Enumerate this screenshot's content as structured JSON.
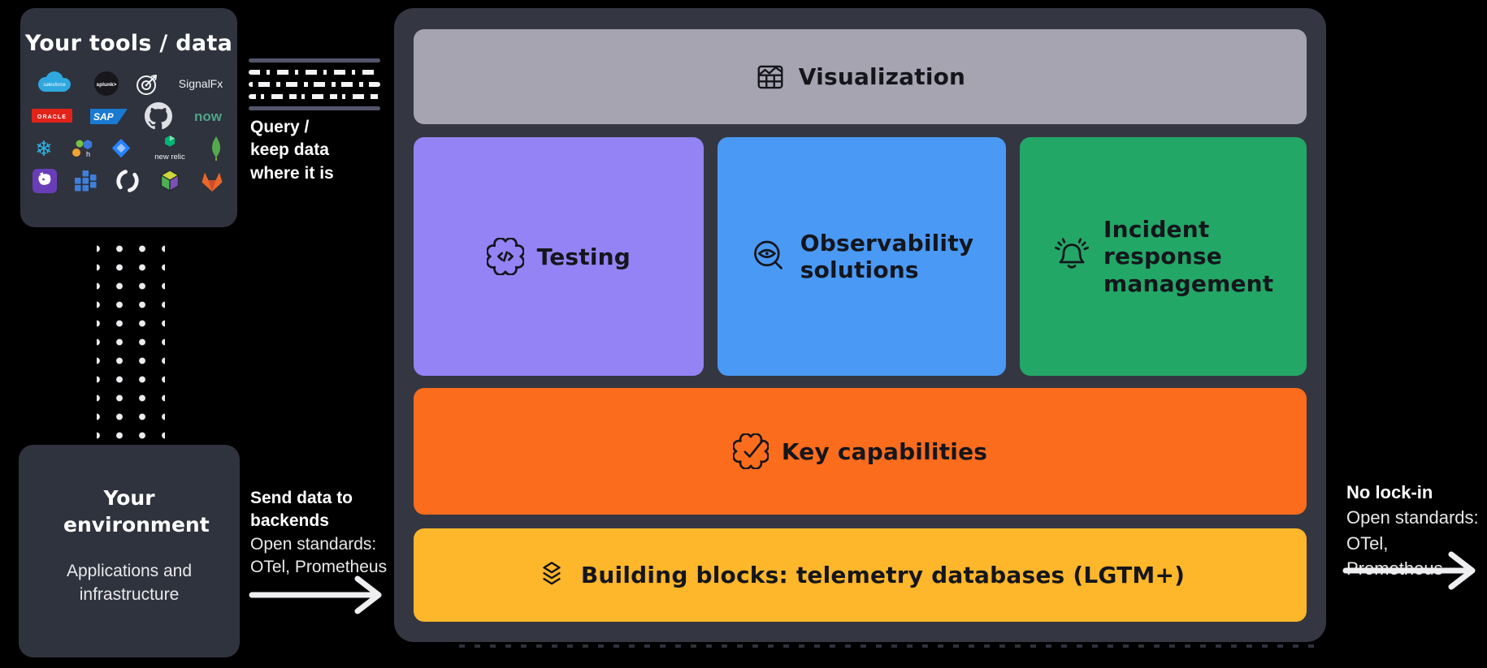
{
  "tools_panel": {
    "title": "Your tools / data",
    "logos": [
      {
        "id": "salesforce",
        "label": "salesforce"
      },
      {
        "id": "splunk",
        "label": "splunk>"
      },
      {
        "id": "target",
        "label": ""
      },
      {
        "id": "signalfx",
        "label": "SignalFx"
      },
      {
        "id": "oracle",
        "label": "ORACLE"
      },
      {
        "id": "sap",
        "label": "SAP"
      },
      {
        "id": "github",
        "label": ""
      },
      {
        "id": "servicenow",
        "label": "now"
      },
      {
        "id": "snowflake",
        "label": "❄"
      },
      {
        "id": "hexagon-cluster",
        "label": "h"
      },
      {
        "id": "jira",
        "label": ""
      },
      {
        "id": "new-relic",
        "label": "new relic"
      },
      {
        "id": "mongodb",
        "label": ""
      },
      {
        "id": "datadog",
        "label": ""
      },
      {
        "id": "tile-grid",
        "label": ""
      },
      {
        "id": "swirl",
        "label": ""
      },
      {
        "id": "cube",
        "label": ""
      },
      {
        "id": "gitlab",
        "label": ""
      }
    ]
  },
  "query_connector": {
    "lines": [
      "Query /",
      "keep data",
      "where it is"
    ]
  },
  "environment_panel": {
    "title": "Your environment",
    "subtitle": "Applications and infrastructure"
  },
  "send_connector": {
    "title": "Send data to backends",
    "lines": [
      "Open standards:",
      "OTel, Prometheus"
    ]
  },
  "main_panel": {
    "visualization": {
      "label": "Visualization"
    },
    "testing": {
      "label": "Testing"
    },
    "observability": {
      "lines": [
        "Observability",
        "solutions"
      ]
    },
    "incident": {
      "lines": [
        "Incident",
        "response",
        "management"
      ]
    },
    "key_capabilities": {
      "label": "Key capabilities"
    },
    "building_blocks": {
      "label": "Building blocks: telemetry databases (LGTM+)"
    }
  },
  "no_lockin": {
    "title": "No lock-in",
    "lines": [
      "Open standards:",
      "OTel, Prometheus"
    ]
  },
  "colors": {
    "background": "#000000",
    "panel_dark": "#343741",
    "box_dark": "#2f333e",
    "visualization_gray": "#a6a4b0",
    "testing_purple": "#9483f5",
    "observability_blue": "#4a99f5",
    "incident_green": "#23a767",
    "capabilities_orange": "#fb6c1d",
    "blocks_yellow": "#feb62a"
  }
}
